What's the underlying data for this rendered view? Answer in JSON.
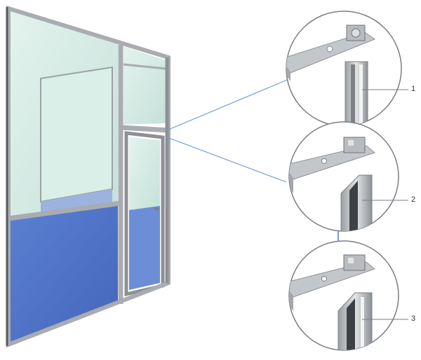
{
  "colors": {
    "glass": "#cfe8e0",
    "glass_light": "#e8f5f0",
    "panel_blue": "#4f74c9",
    "panel_blue_light": "#6b8ed6",
    "frame": "#a9acb0",
    "frame_dark": "#7d8085",
    "leader": "#6f9fd8",
    "profile": "#c8cbcf"
  },
  "callouts": [
    {
      "number": "1",
      "icon": "frame-profile-top-joint"
    },
    {
      "number": "2",
      "icon": "frame-profile-door-joint"
    },
    {
      "number": "3",
      "icon": "frame-profile-panel-joint"
    }
  ]
}
